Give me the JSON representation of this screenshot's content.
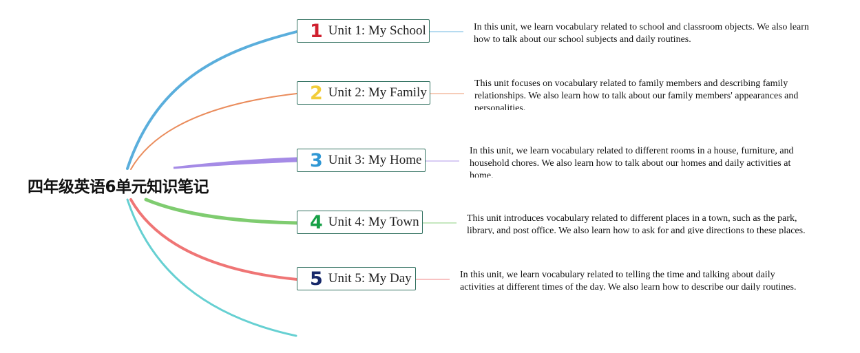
{
  "root": {
    "title": "四年级英语6单元知识笔记"
  },
  "units": [
    {
      "number": "1",
      "number_color": "#d0202f",
      "branch_color": "#5aaedc",
      "label": "Unit 1: My School",
      "description": "In this unit, we learn vocabulary related to school and classroom objects. We also learn how to talk about our school subjects and daily routines."
    },
    {
      "number": "2",
      "number_color": "#f2cd3a",
      "branch_color": "#ea8c5c",
      "label": "Unit 2: My Family",
      "description": "This unit focuses on vocabulary related to family members and describing family relationships. We also learn how to talk about our family members' appearances and personalities."
    },
    {
      "number": "3",
      "number_color": "#2f97d4",
      "branch_color": "#a58be6",
      "label": "Unit 3: My Home",
      "description": "In this unit, we learn vocabulary related to different rooms in a house, furniture, and household chores. We also learn how to talk about our homes and daily activities at home."
    },
    {
      "number": "4",
      "number_color": "#16a046",
      "branch_color": "#7fcc70",
      "label": "Unit 4: My Town",
      "description": "This unit introduces vocabulary related to different places in a town, such as the park, library, and post office. We also learn how to ask for and give directions to these places."
    },
    {
      "number": "5",
      "number_color": "#17286a",
      "branch_color": "#ef7575",
      "label": "Unit 5: My Day",
      "description": "In this unit, we learn vocabulary related to telling the time and talking about daily activities at different times of the day. We also learn how to describe our daily routines."
    }
  ],
  "extra_branch_color": "#66d0d2"
}
